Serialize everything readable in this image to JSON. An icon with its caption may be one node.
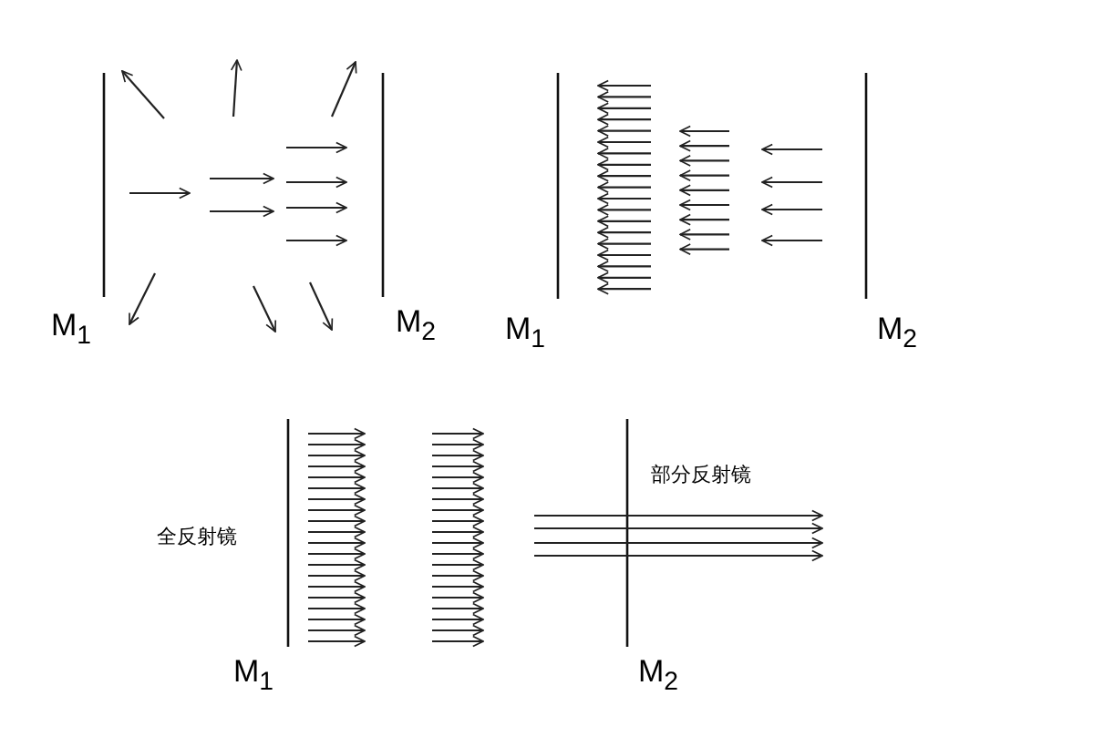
{
  "diagram": {
    "labels": [
      "M$_{1}$",
      "M$_{2}$",
      "M$_{1}$",
      "M$_{2}$",
      "全反射镜",
      "M$_{1}$",
      "部分反射镜",
      "M$_{2}$"
    ]
  }
}
